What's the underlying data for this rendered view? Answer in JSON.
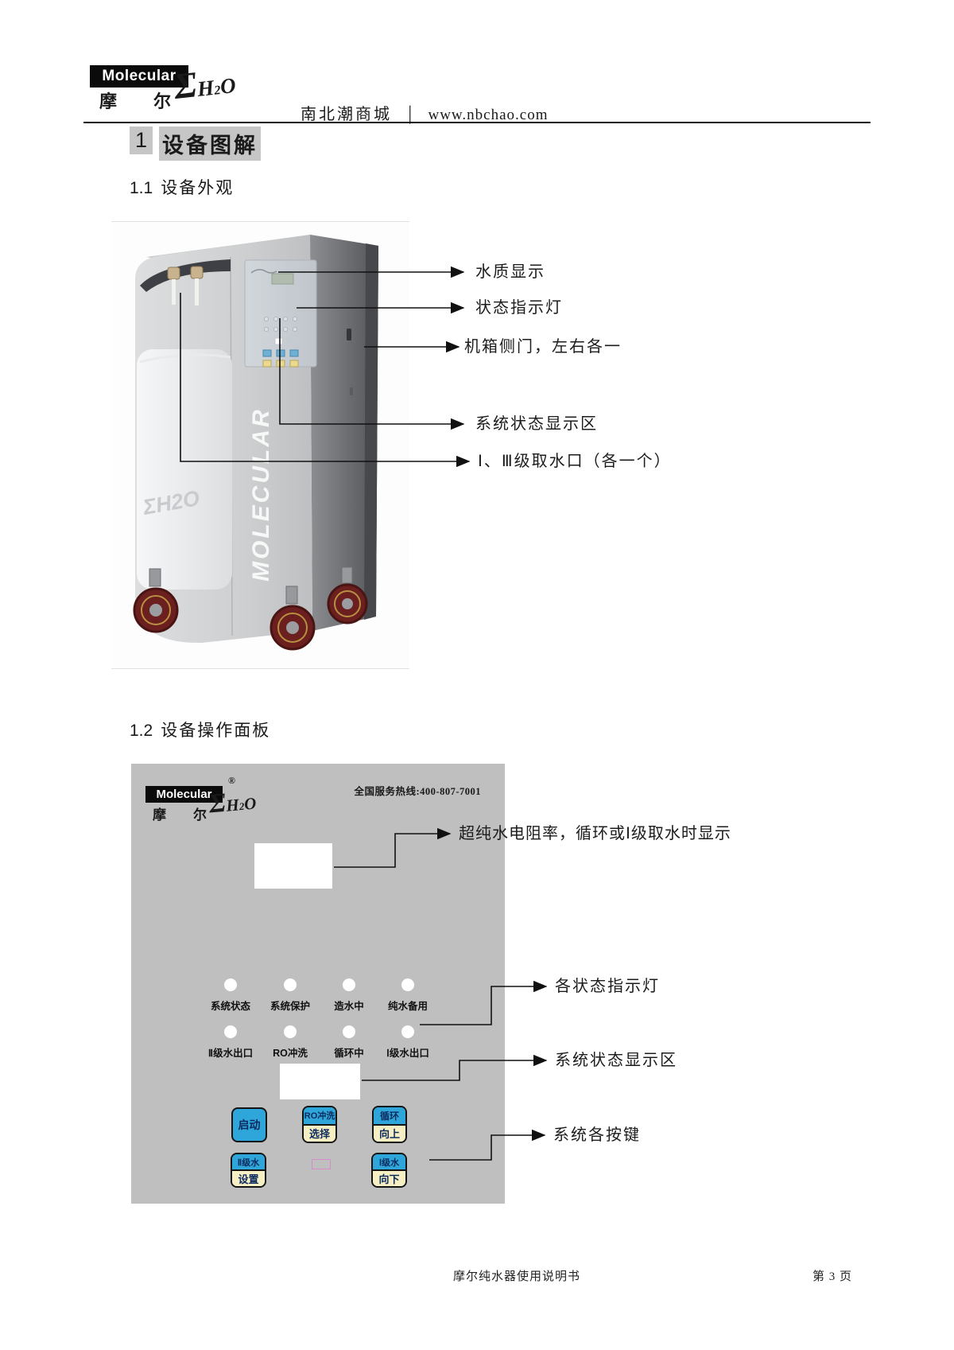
{
  "header": {
    "logo": {
      "brand": "Molecular",
      "cn_left": "摩",
      "cn_right": "尔",
      "sigma": "Σ",
      "h": "H",
      "sub": "2",
      "o": "O"
    },
    "site": {
      "name": "南北潮商城",
      "divider": "│",
      "url": "www.nbchao.com"
    }
  },
  "sections": {
    "s1": {
      "num": "1",
      "title": "设备图解"
    },
    "s1_1": {
      "num": "1.1",
      "title": "设备外观"
    },
    "s1_2": {
      "num": "1.2",
      "title": "设备操作面板"
    }
  },
  "machine_figure": {
    "side_text": "MOLECULAR",
    "faint_logo": "ΣH2O",
    "callouts": {
      "c1": "水质显示",
      "c2": "状态指示灯",
      "c3": "机箱侧门，左右各一",
      "c4": "系统状态显示区",
      "c5": "Ⅰ、Ⅲ级取水口（各一个）"
    }
  },
  "panel": {
    "logo": {
      "brand": "Molecular",
      "cn_left": "摩",
      "cn_right": "尔",
      "sigma": "Σ",
      "h": "H",
      "sub": "2",
      "o": "O",
      "registered": "®"
    },
    "hotline": "全国服务热线:400-807-7001",
    "indicators": {
      "row1": [
        {
          "label": "系统状态"
        },
        {
          "label": "系统保护"
        },
        {
          "label": "造水中"
        },
        {
          "label": "纯水备用"
        }
      ],
      "row2": [
        {
          "label": "Ⅱ级水出口"
        },
        {
          "label": "RO冲洗"
        },
        {
          "label": "循环中"
        },
        {
          "label": "Ⅰ级水出口"
        }
      ]
    },
    "buttons": {
      "start": {
        "label": "启动"
      },
      "ro": {
        "top": "RO冲洗",
        "bottom": "选择"
      },
      "cycle": {
        "top": "循环",
        "bottom": "向上"
      },
      "l2": {
        "top": "Ⅱ级水",
        "bottom": "设置"
      },
      "l1": {
        "top": "Ⅰ级水",
        "bottom": "向下"
      }
    },
    "callouts": {
      "a": "超纯水电阻率，循环或Ⅰ级取水时显示",
      "b": "各状态指示灯",
      "c": "系统状态显示区",
      "d": "系统各按键"
    }
  },
  "footer": {
    "doc_title": "摩尔纯水器使用说明书",
    "page_label": "第 3 页"
  },
  "colors": {
    "button_blue": "#2ea6d9",
    "button_cream": "#f6efc3",
    "panel_gray": "#bfbfbf",
    "highlight_gray": "#c6c6c6"
  }
}
